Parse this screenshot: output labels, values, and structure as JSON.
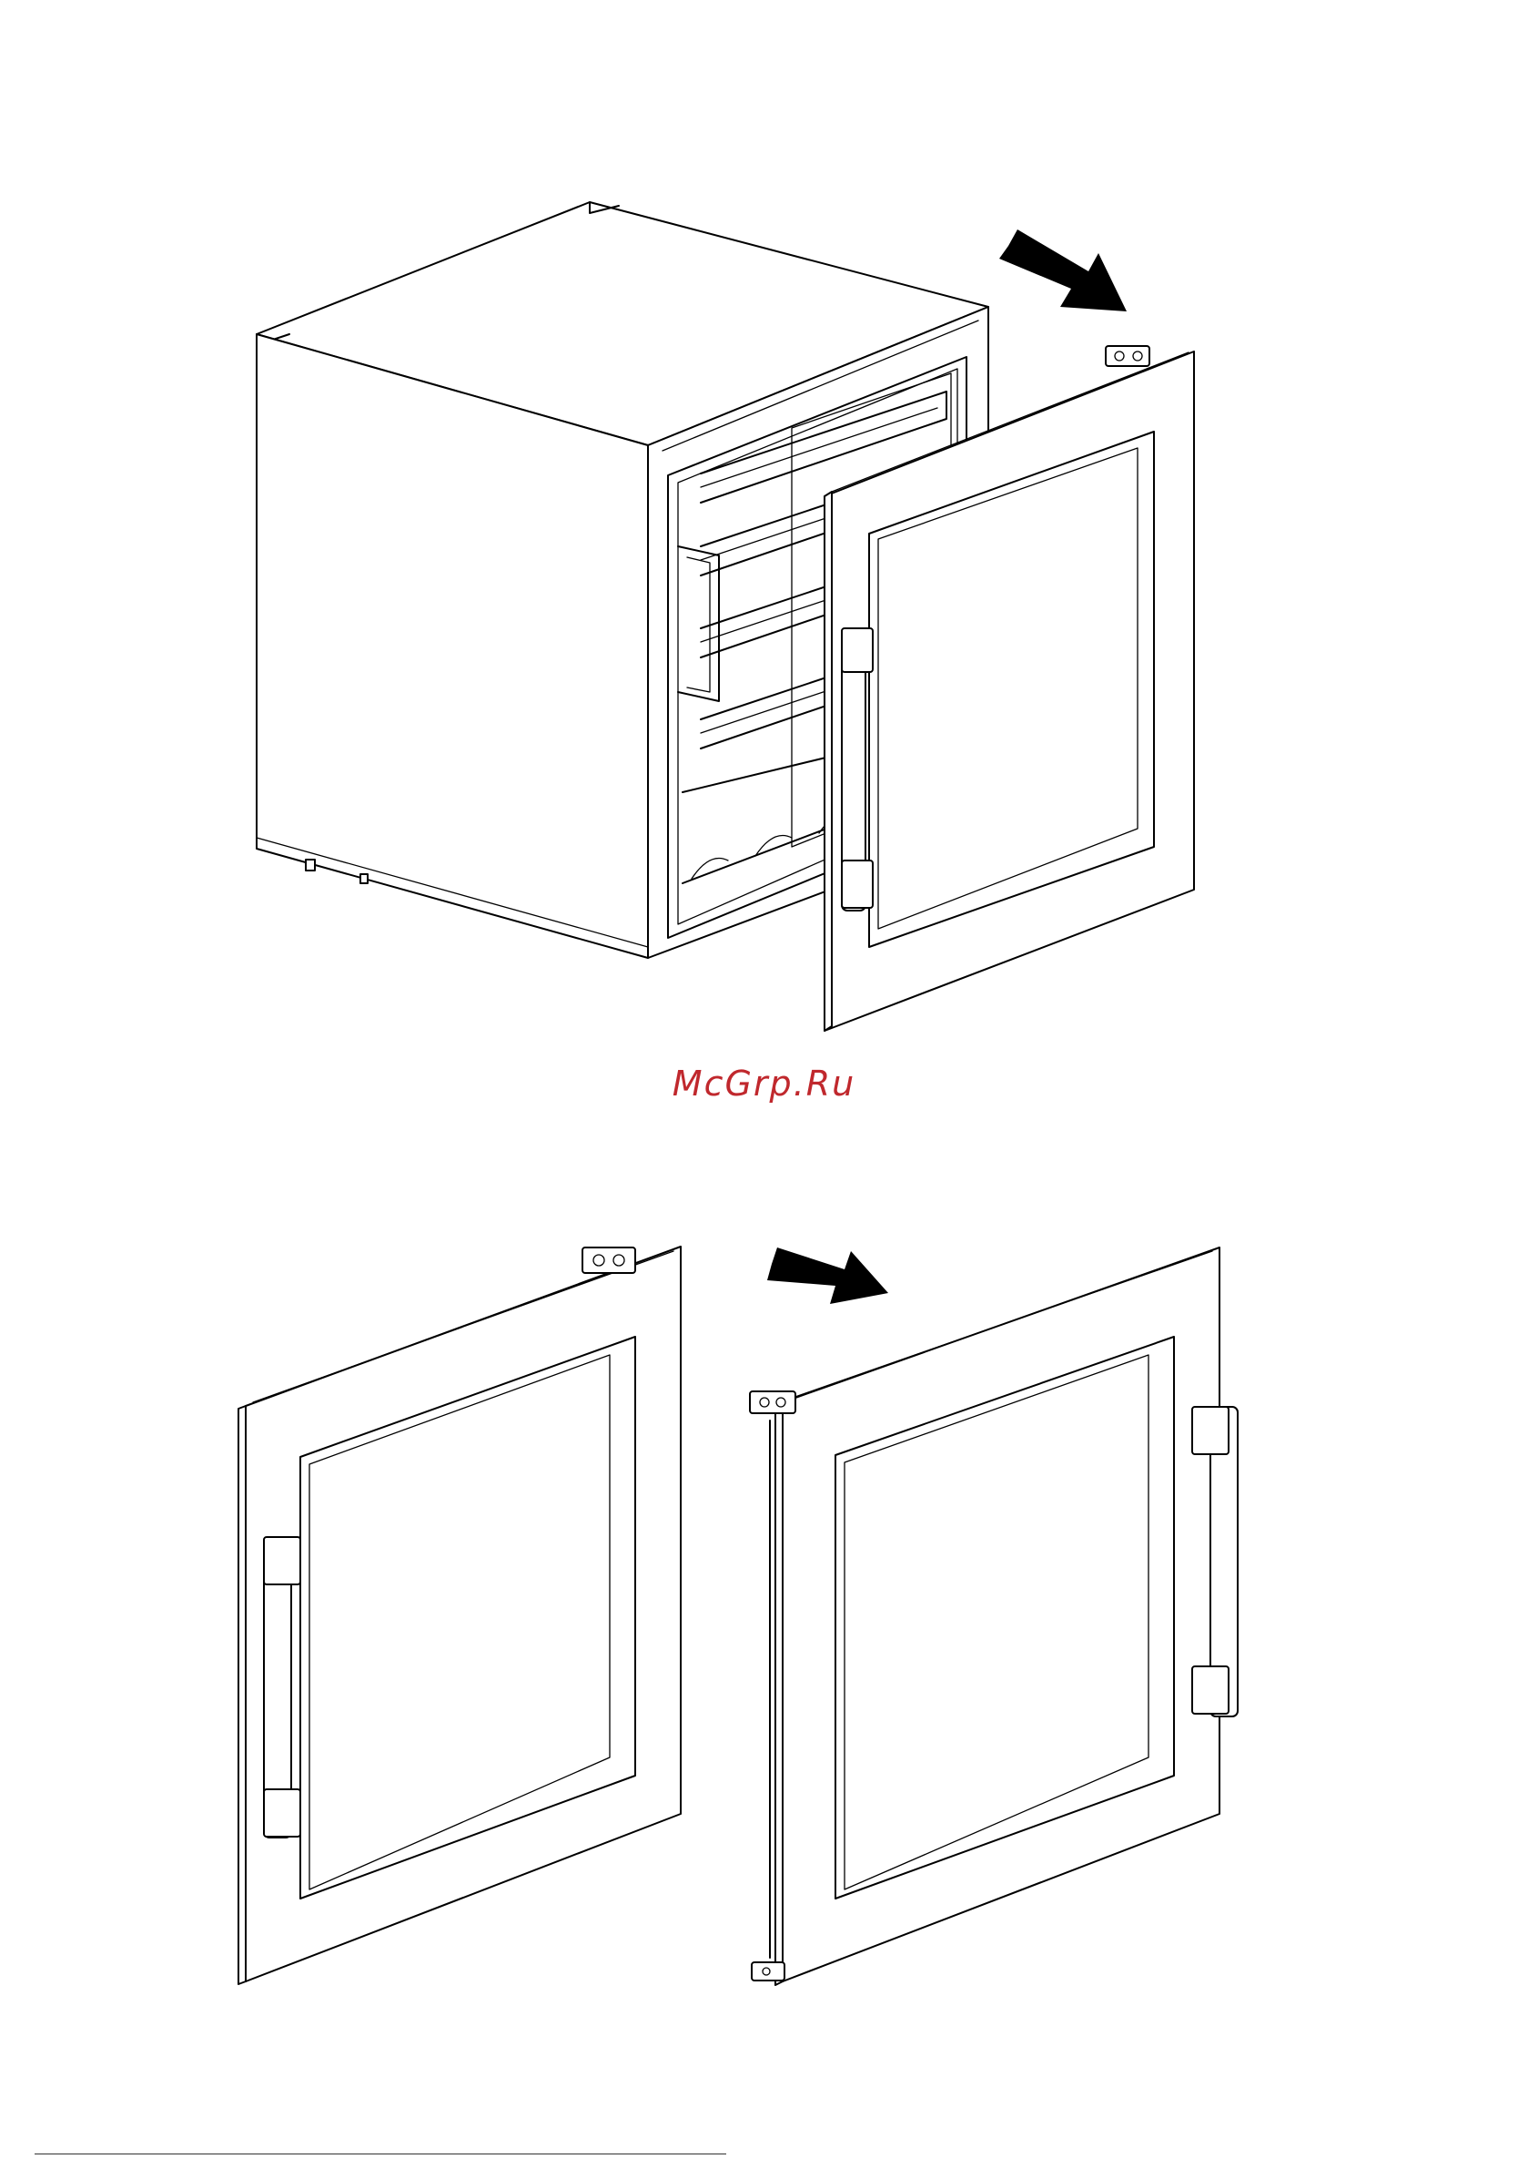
{
  "watermark": {
    "text": "McGrp.Ru",
    "color": "#c0282d"
  },
  "illustration": {
    "step1": {
      "description_icon": "cabinet-door-removal-diagram",
      "arrow_direction": "down-right"
    },
    "step2": {
      "description_icon": "door-reverse-hinge-diagram",
      "arrow_direction": "right"
    }
  },
  "colors": {
    "line": "#000000",
    "background": "#ffffff"
  }
}
